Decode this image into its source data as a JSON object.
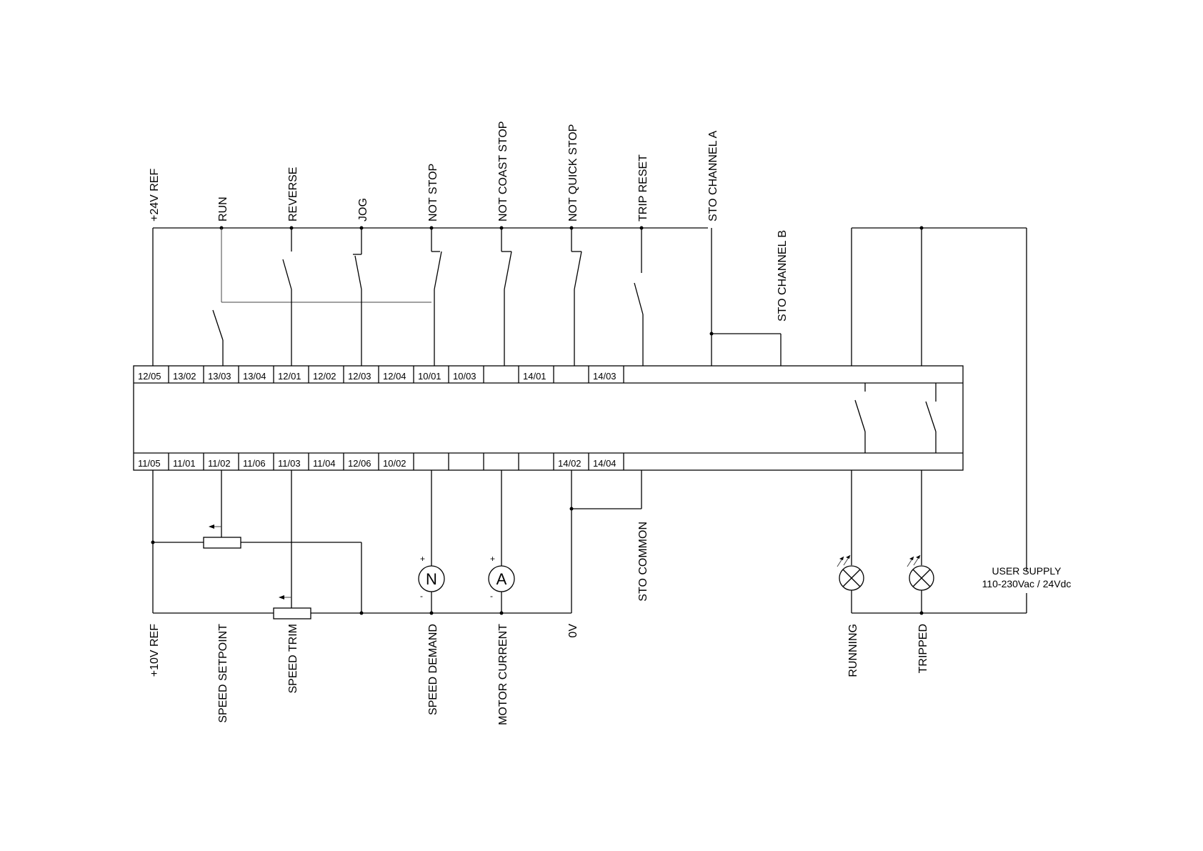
{
  "colors": {
    "ink": "#000000",
    "background": "#ffffff"
  },
  "top_terminals": [
    "12/05",
    "13/02",
    "13/03",
    "13/04",
    "12/01",
    "12/02",
    "12/03",
    "12/04",
    "10/01",
    "10/03",
    "",
    "14/01",
    "",
    "14/03",
    ""
  ],
  "bottom_terminals": [
    "11/05",
    "11/01",
    "11/02",
    "11/06",
    "11/03",
    "11/04",
    "12/06",
    "10/02",
    "",
    "",
    "",
    "",
    "14/02",
    "14/04",
    ""
  ],
  "top_labels": {
    "ref24": "+24V REF",
    "run": "RUN",
    "reverse": "REVERSE",
    "jog": "JOG",
    "not_stop": "NOT STOP",
    "not_coast_stop": "NOT COAST STOP",
    "not_quick_stop": "NOT QUICK STOP",
    "trip_reset": "TRIP RESET",
    "sto_channel_a": "STO CHANNEL A",
    "sto_channel_b": "STO CHANNEL B"
  },
  "bottom_labels": {
    "ref10": "+10V REF",
    "speed_setpoint": "SPEED SETPOINT",
    "speed_trim": "SPEED TRIM",
    "speed_demand": "SPEED DEMAND",
    "motor_current": "MOTOR CURRENT",
    "zero_v": "0V",
    "sto_common": "STO COMMON",
    "running": "RUNNING",
    "tripped": "TRIPPED"
  },
  "meters": {
    "speed": "N",
    "current": "A",
    "plus": "+",
    "minus": "-"
  },
  "user_supply": {
    "line1": "USER SUPPLY",
    "line2": "110-230Vac / 24Vdc"
  }
}
